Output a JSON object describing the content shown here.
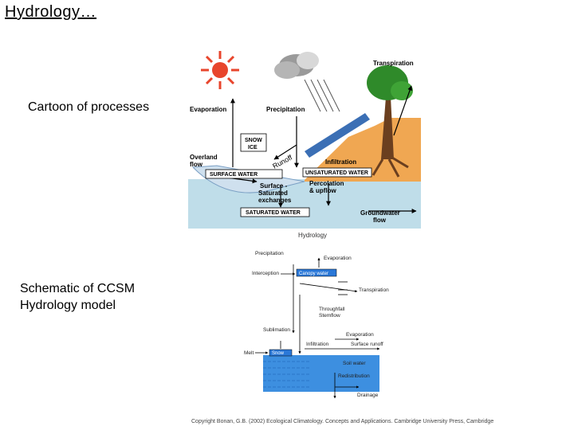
{
  "slide": {
    "title": "Hydrology…",
    "caption_top": "Cartoon of processes",
    "caption_bottom_line1": "Schematic of CCSM",
    "caption_bottom_line2": "Hydrology model"
  },
  "cartoon": {
    "labels": {
      "transpiration": "Transpiration",
      "evaporation": "Evaporation",
      "precipitation": "Precipitation",
      "snow": "SNOW",
      "ice": "ICE",
      "overland_flow_1": "Overland",
      "overland_flow_2": "flow",
      "runoff": "Runoff",
      "surface_water": "SURFACE WATER",
      "infiltration": "Infiltration",
      "unsaturated_water": "UNSATURATED WATER",
      "surface_saturated_1": "Surface -",
      "surface_saturated_2": "Saturated",
      "surface_saturated_3": "exchanges",
      "percolation_1": "Percolation",
      "percolation_2": "& upflow",
      "saturated_water": "SATURATED WATER",
      "groundwater_1": "Groundwater",
      "groundwater_2": "flow",
      "caption": "Hydrology"
    },
    "colors": {
      "sun": "#e8452c",
      "soil": "#f0a752",
      "groundwater": "#bfdde9",
      "tree_canopy": "#2f8a2a",
      "trunk": "#6b3f1f",
      "snow_slope": "#3b6fb5"
    }
  },
  "schematic": {
    "labels": {
      "precipitation": "Precipitation",
      "evaporation": "Evaporation",
      "interception": "Interception",
      "canopy_water": "Canopy water",
      "transpiration": "Transpiration",
      "throughfall_1": "Throughfall",
      "throughfall_2": "Stemflow",
      "sublimation": "Sublimation",
      "evaporation2": "Evaporation",
      "melt": "Melt",
      "snow": "Snow",
      "infiltration": "Infiltration",
      "surface_runoff": "Surface runoff",
      "soil_water": "Soil water",
      "redistribution": "Redistribution",
      "drainage": "Drainage"
    },
    "colors": {
      "water": "#3d8fe0",
      "box": "#2a78d8"
    }
  },
  "credit": "Copyright Bonan, G.B. (2002) Ecological Climatology. Concepts and Applications. Cambridge University Press, Cambridge"
}
